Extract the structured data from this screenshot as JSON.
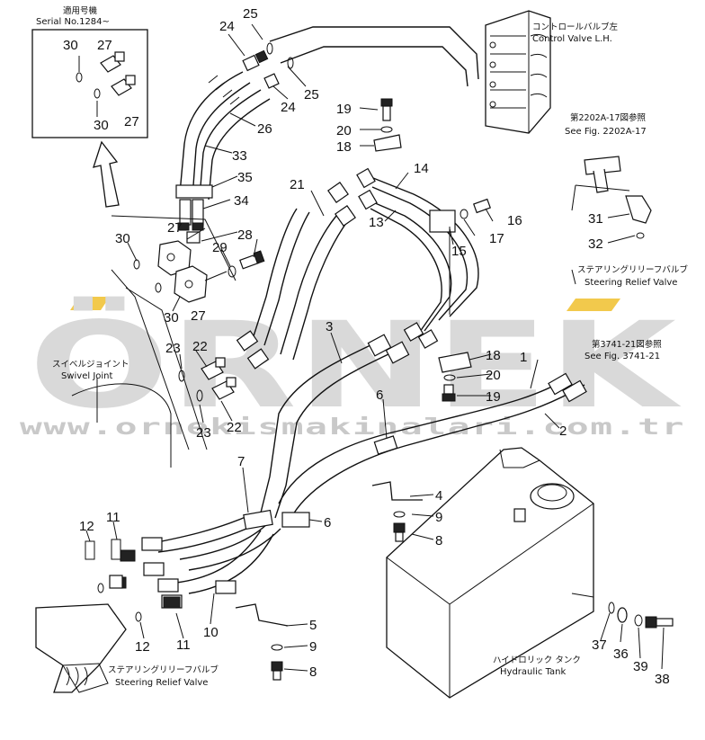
{
  "watermark": {
    "brand": "ÖRNEK",
    "url": "www.ornekismakinalari.com.tr",
    "accent_color": "#f2c94c"
  },
  "inset": {
    "note_jp": "適用号機",
    "note_serial": "Serial No.1284~"
  },
  "callouts": {
    "control_valve_jp": "コントロールバルブ左",
    "control_valve_en": "Control Valve L.H.",
    "fig_2202_jp": "第2202A-17図参照",
    "fig_2202_en": "See Fig. 2202A-17",
    "steering_relief_top_jp": "ステアリングリリーフバルブ",
    "steering_relief_top_en": "Steering Relief Valve",
    "fig_3741_jp": "第3741-21図参照",
    "fig_3741_en": "See Fig. 3741-21",
    "swivel_jp": "スイベルジョイント",
    "swivel_en": "Swivel Joint",
    "steering_relief_bottom_jp": "ステアリングリリーフバルブ",
    "steering_relief_bottom_en": "Steering Relief Valve",
    "tank_jp": "ハイドロリック タンク",
    "tank_en": "Hydraulic Tank"
  },
  "part_numbers": {
    "n1": "1",
    "n2": "2",
    "n3": "3",
    "n4": "4",
    "n5": "5",
    "n6a": "6",
    "n6b": "6",
    "n7": "7",
    "n8a": "8",
    "n8b": "8",
    "n9a": "9",
    "n9b": "9",
    "n10": "10",
    "n11a": "11",
    "n11b": "11",
    "n12a": "12",
    "n12b": "12",
    "n13": "13",
    "n14": "14",
    "n15": "15",
    "n16": "16",
    "n17": "17",
    "n18a": "18",
    "n18b": "18",
    "n19a": "19",
    "n19b": "19",
    "n20a": "20",
    "n20b": "20",
    "n21": "21",
    "n22a": "22",
    "n22b": "22",
    "n23a": "23",
    "n23b": "23",
    "n24a": "24",
    "n24b": "24",
    "n25a": "25",
    "n25b": "25",
    "n26": "26",
    "n27a": "27",
    "n27b": "27",
    "n27c": "27",
    "n27d": "27",
    "n28": "28",
    "n29": "29",
    "n30a": "30",
    "n30b": "30",
    "n30c": "30",
    "n30d": "30",
    "n31": "31",
    "n32": "32",
    "n33": "33",
    "n34": "34",
    "n35": "35",
    "n36": "36",
    "n37": "37",
    "n38": "38",
    "n39": "39"
  }
}
